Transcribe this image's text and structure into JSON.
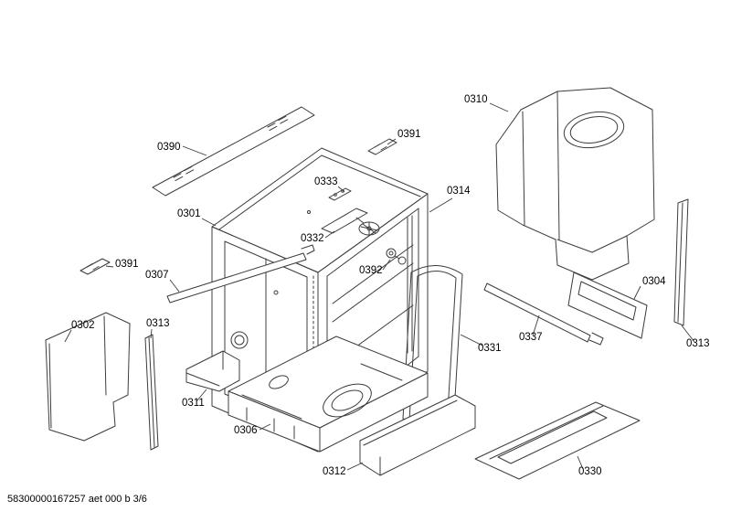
{
  "footer": "58300000167257 aet 000 b 3/6",
  "style": {
    "background": "#ffffff",
    "line_color": "#3c3c3c",
    "label_color": "#000000"
  },
  "labels": [
    {
      "text": "0390"
    },
    {
      "text": "0391"
    },
    {
      "text": "0333"
    },
    {
      "text": "0301"
    },
    {
      "text": "0332"
    },
    {
      "text": "0314"
    },
    {
      "text": "0310"
    },
    {
      "text": "0307"
    },
    {
      "text": "0392"
    },
    {
      "text": "0391"
    },
    {
      "text": "0302"
    },
    {
      "text": "0313"
    },
    {
      "text": "0311"
    },
    {
      "text": "0306"
    },
    {
      "text": "0331"
    },
    {
      "text": "0337"
    },
    {
      "text": "0304"
    },
    {
      "text": "0313"
    },
    {
      "text": "0312"
    },
    {
      "text": "0330"
    }
  ]
}
